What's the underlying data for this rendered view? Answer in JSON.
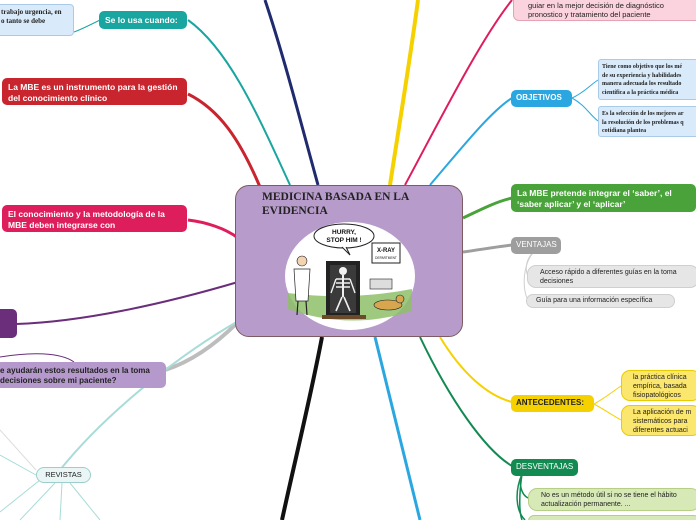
{
  "central": {
    "title": "MEDICINA BASADA EN LA EVIDENCIA",
    "cartoon": {
      "speech": "HURRY, STOP HIM !",
      "sign_line1": "X-RAY",
      "sign_line2": "DEPARTMENT"
    }
  },
  "left": {
    "top_note": "trabajo urgencia, en\no tanto se debe",
    "se_usa": "Se lo usa cuando:",
    "instrumento": "La MBE es un instrumento para la gestión del conocimiento clínico",
    "conocimiento": "El conocimiento y la metodología de la MBE deben integrarse con",
    "pregunta": "e ayudarán estos resultados en la toma\ndecisiones sobre mi paciente?",
    "revistas": "REVISTAS"
  },
  "right": {
    "top_note": "guiar en la mejor decisión de diagnóstico\npronostico y tratamiento del paciente",
    "objetivos": "OBJETIVOS",
    "obj_1": "Tiene como objetivo que los mé\nde su experiencia y habilidades\nmanera adecuada los resultado\ncientífica a la práctica médica",
    "obj_2": "Es la selección de los mejores ar\nla resolución de los problemas q\ncotidiana plantea",
    "pretende": "La MBE pretende integrar el ‘saber’, el ‘saber aplicar’ y el ‘aplicar’",
    "ventajas": "VENTAJAS",
    "ventaja_1": "Acceso rápido a diferentes guías en la toma\ndecisiones",
    "ventaja_2": "Guía para una información específica",
    "antecedentes": "ANTECEDENTES:",
    "ante_1": "la práctica clínica\nempírica, basada\nfisiopatológicos",
    "ante_2": "La aplicación de m\nsistemáticos para\ndiferentes actuaci",
    "desventajas": "DESVENTAJAS",
    "desv_1": "No es un método útil si no se tiene el hábito\nactualización permanente. ..."
  },
  "colors": {
    "central_fill": "#b79ccb",
    "teal": "#1aa6a0",
    "red": "#c8252e",
    "pink": "#de1e5c",
    "purple": "#6a2e7a",
    "lavender": "#b599cc",
    "blue": "#2aa7e0",
    "green": "#4aa33a",
    "gray": "#9e9e9e",
    "yellow": "#f5d100",
    "dark_green": "#128a52",
    "navy": "#1f2b6e"
  }
}
